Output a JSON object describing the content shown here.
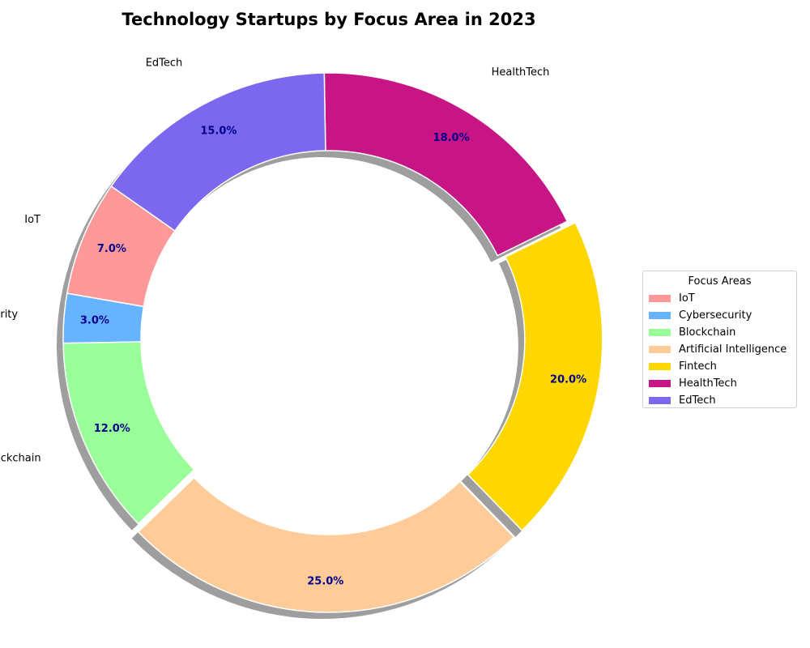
{
  "chart_data": {
    "type": "pie",
    "style": "donut",
    "title": "Technology Startups by Focus Area in 2023",
    "slices": [
      {
        "label": "IoT",
        "value": 7.0,
        "pct_label": "7.0%",
        "color": "#FF9999",
        "exploded": false
      },
      {
        "label": "Cybersecurity",
        "value": 3.0,
        "pct_label": "3.0%",
        "color": "#66B3FF",
        "exploded": false
      },
      {
        "label": "Blockchain",
        "value": 12.0,
        "pct_label": "12.0%",
        "color": "#99FF99",
        "exploded": false
      },
      {
        "label": "Artificial Intelligence",
        "value": 25.0,
        "pct_label": "25.0%",
        "color": "#FFCC99",
        "exploded": true
      },
      {
        "label": "Fintech",
        "value": 20.0,
        "pct_label": "20.0%",
        "color": "#FFD700",
        "exploded": true
      },
      {
        "label": "HealthTech",
        "value": 18.0,
        "pct_label": "18.0%",
        "color": "#C71585",
        "exploded": false
      },
      {
        "label": "EdTech",
        "value": 15.0,
        "pct_label": "15.0%",
        "color": "#7B68EE",
        "exploded": false
      }
    ],
    "start_angle_deg": 145,
    "direction": "counterclockwise",
    "shadow": true,
    "percent_label_color": "#00008B",
    "legend": {
      "title": "Focus Areas",
      "placement": "center-right"
    }
  }
}
